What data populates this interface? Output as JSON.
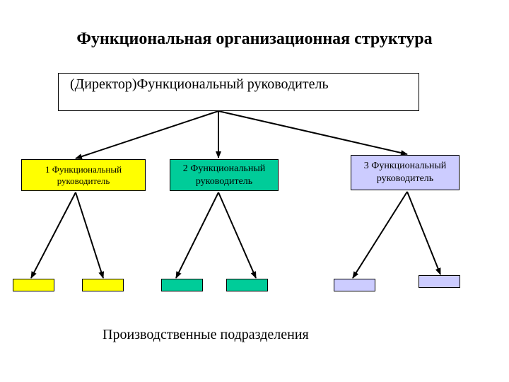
{
  "title": "Функциональная организационная структура",
  "director": {
    "label": "(Директор)Функциональный руководитель"
  },
  "managers": [
    {
      "line1": "1 Функциональный",
      "line2": "руководитель",
      "color": "#ffff00"
    },
    {
      "line1": "2 Функциональный",
      "line2": "руководитель",
      "color": "#00cc99"
    },
    {
      "line1": "3 Функциональный",
      "line2": "руководитель",
      "color": "#ccccff"
    }
  ],
  "units_label": "Производственные подразделения",
  "colors": {
    "border": "#000000",
    "yellow": "#ffff00",
    "green": "#00cc99",
    "lavender": "#ccccff"
  }
}
